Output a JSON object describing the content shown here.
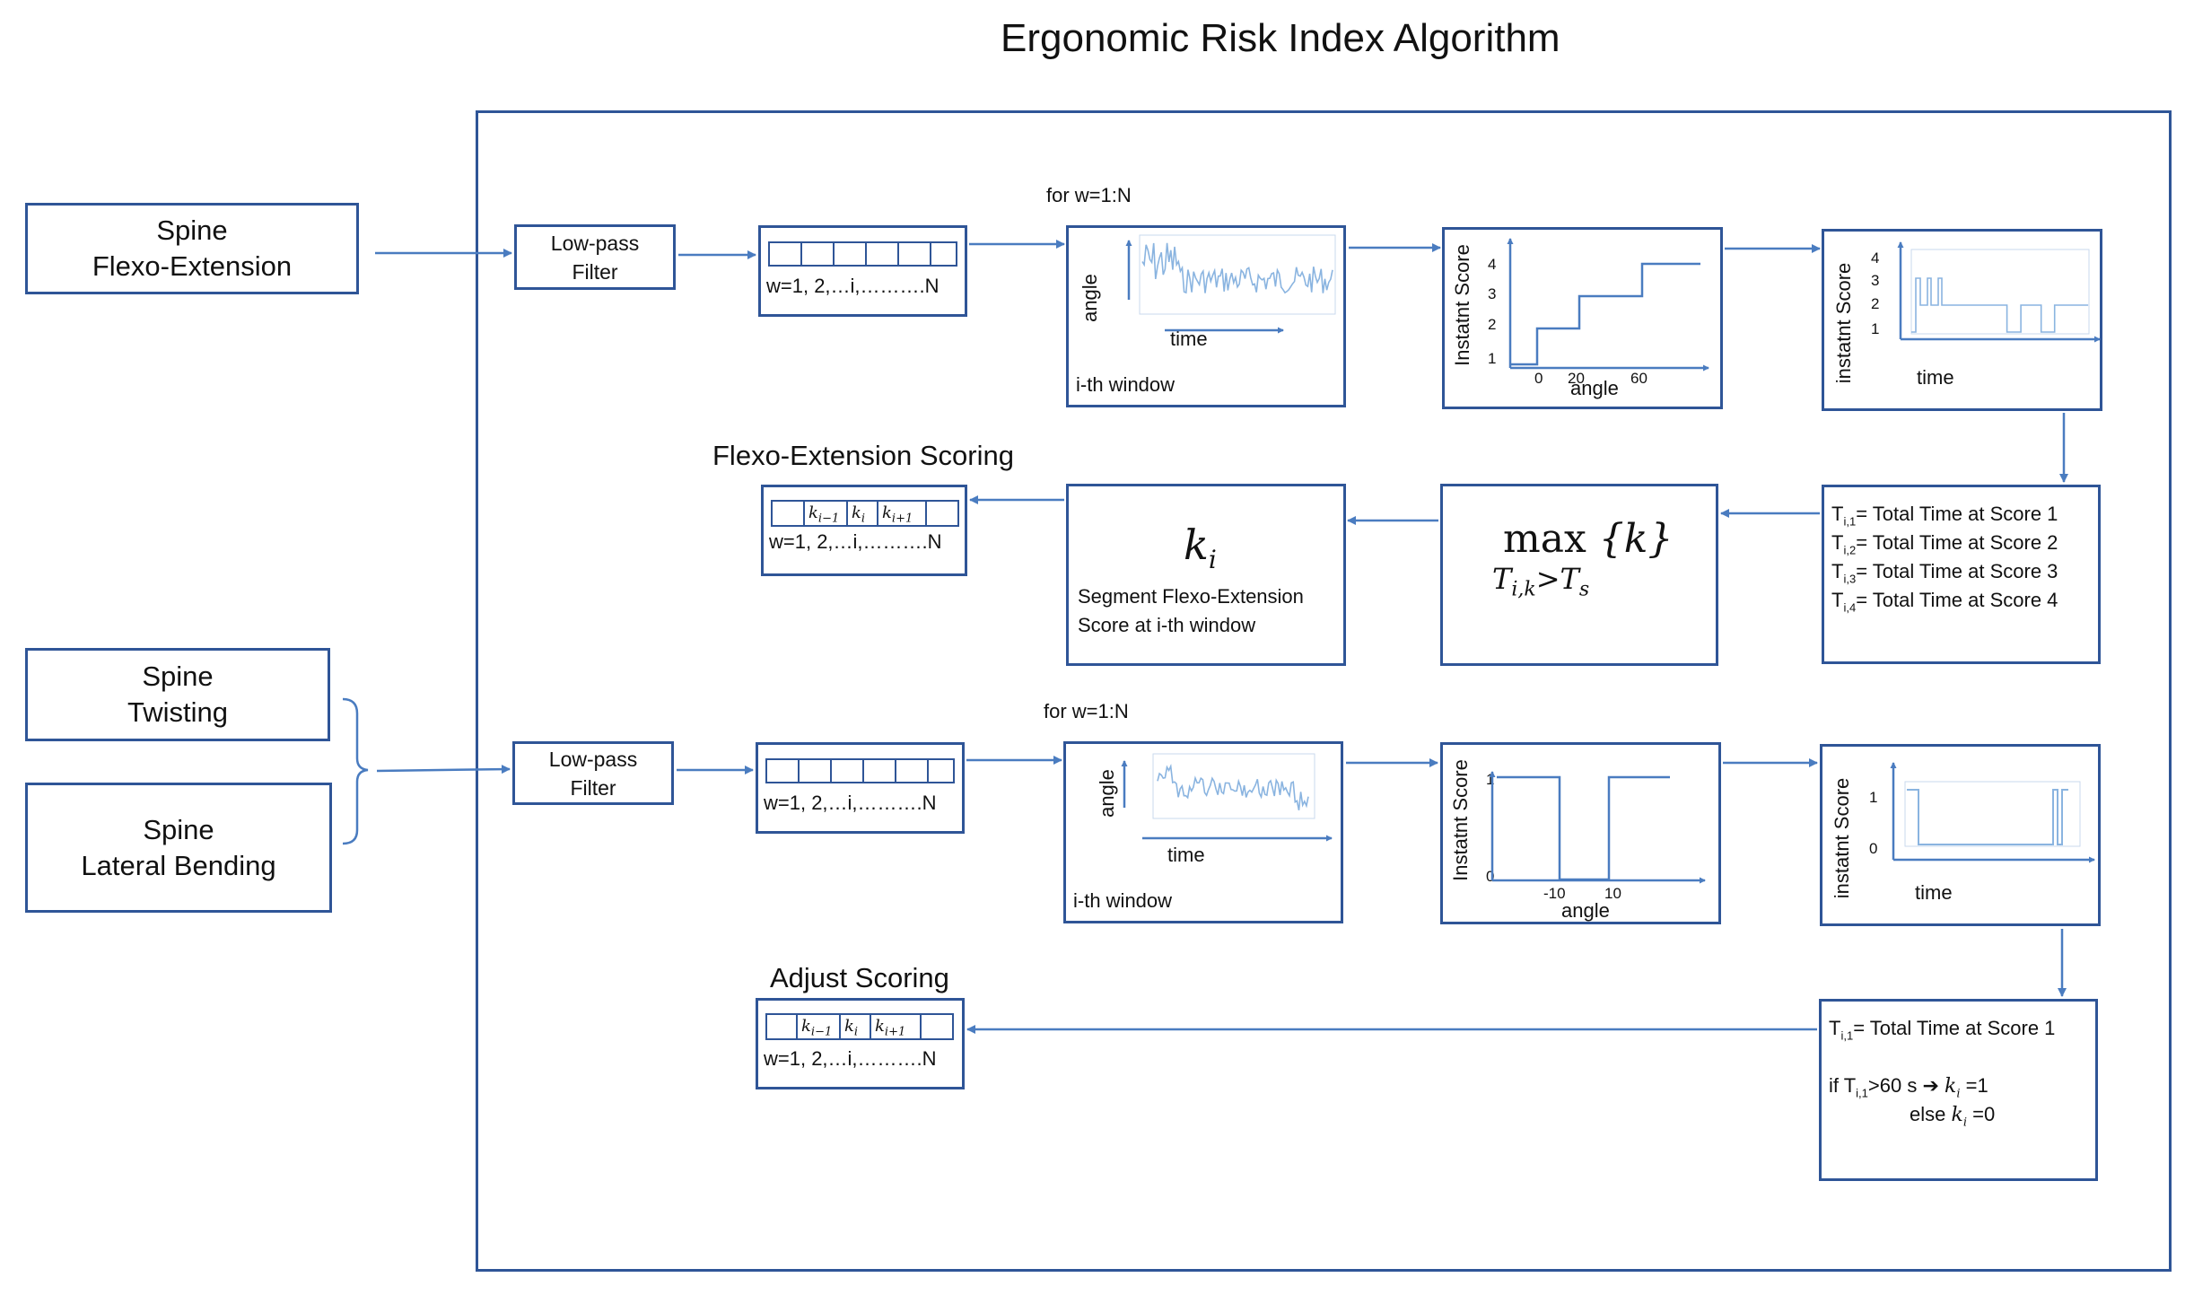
{
  "title": "Ergonomic Risk Index Algorithm",
  "inputs": {
    "flexo": [
      "Spine",
      "Flexo-Extension"
    ],
    "twisting": [
      "Spine",
      "Twisting"
    ],
    "lateral": [
      "Spine",
      "Lateral Bending"
    ]
  },
  "filter": [
    "Low-pass",
    "Filter"
  ],
  "window_label": "w=1, 2,…i,……….N",
  "loop_label": "for w=1:N",
  "signal": {
    "y": "angle",
    "x": "time",
    "caption": "i-th window"
  },
  "score_axes": {
    "instant_y": "Instatnt Score",
    "instant_y2": "instatnt Score",
    "angle_x": "angle",
    "time_x": "time"
  },
  "flexo_score_fn": {
    "y_ticks": [
      "4",
      "3",
      "2",
      "1"
    ],
    "x_ticks": [
      "0",
      "20",
      "60"
    ]
  },
  "adjust_score_fn": {
    "y_ticks": [
      "1",
      "0"
    ],
    "x_ticks": [
      "-10",
      "10"
    ]
  },
  "flexo_time_ticks": [
    "4",
    "3",
    "2",
    "1"
  ],
  "adjust_time_ticks": [
    "1",
    "0"
  ],
  "totals_flexo": [
    {
      "sym": "T",
      "sub": "i,1",
      "text": "= Total Time at Score 1"
    },
    {
      "sym": "T",
      "sub": "i,2",
      "text": "= Total Time at Score 2"
    },
    {
      "sym": "T",
      "sub": "i,3",
      "text": "= Total Time at Score 3"
    },
    {
      "sym": "T",
      "sub": "i,4",
      "text": "= Total Time at Score 4"
    }
  ],
  "max_expr": {
    "op": "max",
    "arg": "{k}",
    "cond": "T",
    "cond_sub": "i,k",
    "cond_rest": ">T",
    "cond_rest_sub": "s"
  },
  "segment": {
    "symbol": "k",
    "symbol_sub": "i",
    "line1": "Segment Flexo-Extension",
    "line2": "Score at i-th window"
  },
  "flexo_scoring_title": "Flexo-Extension Scoring",
  "adjust_scoring_title": "Adjust Scoring",
  "cells": [
    {
      "k": "k",
      "sub": "i−1"
    },
    {
      "k": "k",
      "sub": "i"
    },
    {
      "k": "k",
      "sub": "i+1"
    }
  ],
  "adjust_rule": {
    "total_sym": "T",
    "total_sub": "i,1",
    "total_text": "= Total Time at Score 1",
    "if_pre": "if T",
    "if_sub": "i,1",
    "if_cond": ">60 s ",
    "arrow": "➔",
    "k": "k",
    "k_sub": "i",
    "eq1": " =1",
    "else_pre": "else  ",
    "eq0": " =0"
  },
  "colors": {
    "line": "#2f5597",
    "arrow": "#4a7cc0",
    "signal": "#8ab4e0"
  }
}
